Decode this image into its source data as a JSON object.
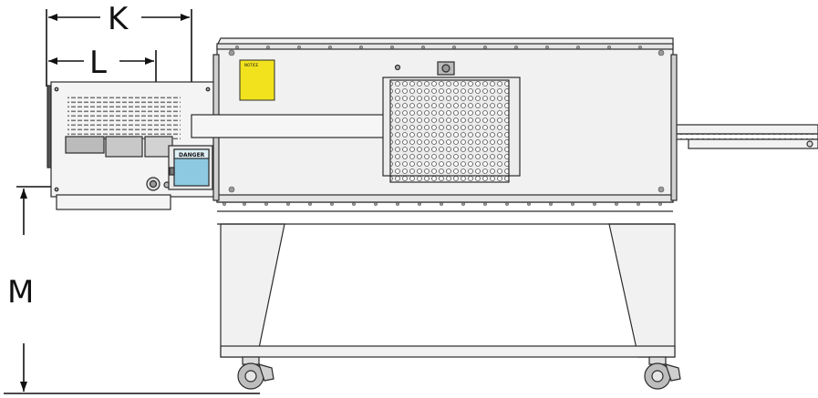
{
  "dimensions": {
    "k": "K",
    "l": "L",
    "m": "M"
  },
  "labels": {
    "notice": "NOTICE",
    "danger": "DANGER"
  },
  "colors": {
    "line": "#2b2b2b",
    "panel": "#efefef",
    "notice": "#f2e21e",
    "danger": "#8ec9e2",
    "perforation": "#6f6f6f"
  }
}
